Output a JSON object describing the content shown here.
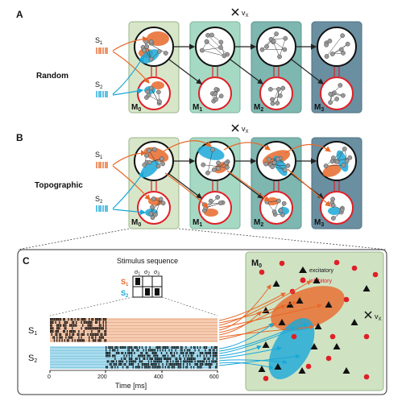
{
  "panels": {
    "A": {
      "label": "A",
      "row_label": "Random",
      "modules": [
        "M",
        "M",
        "M",
        "M"
      ],
      "module_subs": [
        "0",
        "1",
        "2",
        "3"
      ]
    },
    "B": {
      "label": "B",
      "row_label": "Topographic",
      "modules": [
        "M",
        "M",
        "M",
        "M"
      ],
      "module_subs": [
        "0",
        "1",
        "2",
        "3"
      ]
    },
    "C": {
      "label": "C",
      "title": "Stimulus sequence",
      "sigma_labels": [
        "σ",
        "σ",
        "σ"
      ],
      "sigma_subs": [
        "1",
        "2",
        "3"
      ],
      "s_labels": [
        "S",
        "S"
      ],
      "s_subs": [
        "1",
        "2"
      ],
      "time_ticks": [
        "0",
        "200",
        "400",
        "600"
      ],
      "time_axis_label": "Time [ms]",
      "module_label": "M",
      "module_sub": "0",
      "legend": {
        "excitatory": "excitatory",
        "inhibitory": "inhibitory"
      }
    }
  },
  "stimuli": {
    "s1": "S",
    "s1_sub": "1",
    "s2": "S",
    "s2_sub": "2"
  },
  "vx_label": "v",
  "vx_sub": "X",
  "colors": {
    "s1": "#e8692a",
    "s2": "#1aa8d8",
    "excitatory_ring": "#111111",
    "inhibitory_ring": "#e01f26",
    "module_fills": [
      "#d7e6c8",
      "#a6d9c3",
      "#7eb6b0",
      "#6a8fa1"
    ],
    "m0_box": "#cfe3c3"
  }
}
